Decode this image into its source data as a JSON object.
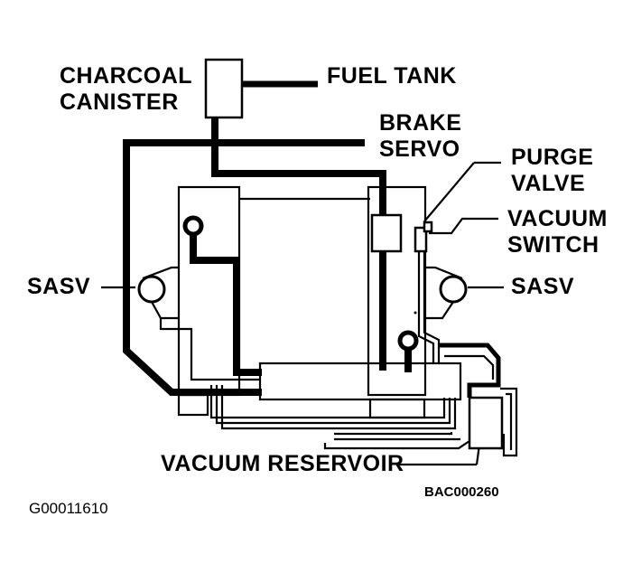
{
  "labels": {
    "charcoal_canister_1": "CHARCOAL",
    "charcoal_canister_2": "CANISTER",
    "fuel_tank": "FUEL TANK",
    "brake_servo_1": "BRAKE",
    "brake_servo_2": "SERVO",
    "purge_valve_1": "PURGE",
    "purge_valve_2": "VALVE",
    "vacuum_switch_1": "VACUUM",
    "vacuum_switch_2": "SWITCH",
    "sasv_left": "SASV",
    "sasv_right": "SASV",
    "vacuum_reservoir": "VACUUM RESERVOIR"
  },
  "codes": {
    "diagram_code": "BAC000260",
    "figure_id": "G00011610"
  }
}
